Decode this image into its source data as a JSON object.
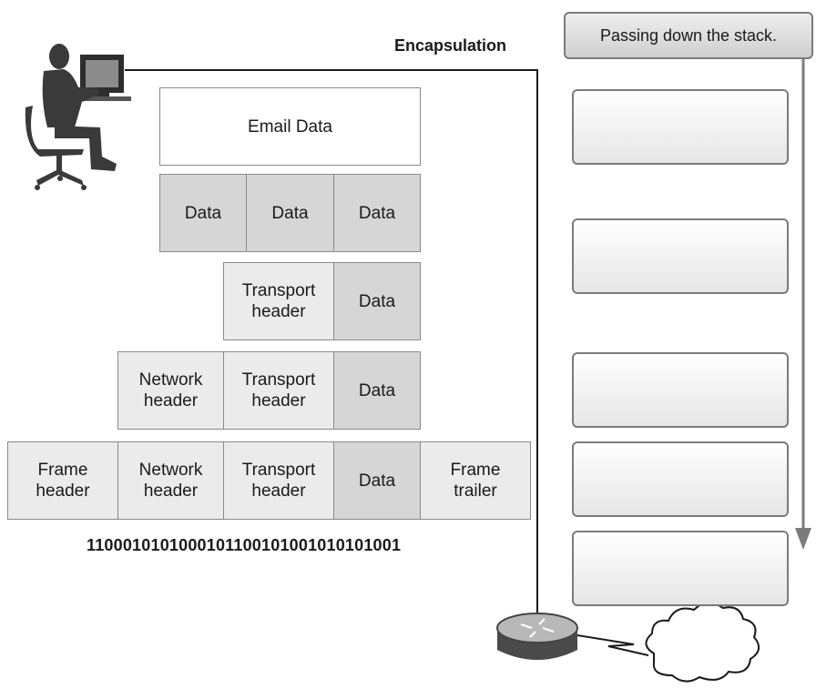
{
  "encapsulation_label": "Encapsulation",
  "stack_header": "Passing down the stack.",
  "rows": {
    "email": "Email Data",
    "segments": [
      "Data",
      "Data",
      "Data"
    ],
    "transport_row": [
      "Transport\nheader",
      "Data"
    ],
    "network_row": [
      "Network\nheader",
      "Transport\nheader",
      "Data"
    ],
    "frame_row": [
      "Frame\nheader",
      "Network\nheader",
      "Transport\nheader",
      "Data",
      "Frame\ntrailer"
    ]
  },
  "bits": "1100010101000101100101001010101001",
  "icons": [
    "person-at-computer-icon",
    "router-icon",
    "cloud-icon",
    "arrow-down-icon"
  ],
  "colors": {
    "light_cell": "#ebebeb",
    "dark_cell": "#d6d6d6",
    "line": "#1a1a1a",
    "stack_border": "#7b7b7b"
  }
}
